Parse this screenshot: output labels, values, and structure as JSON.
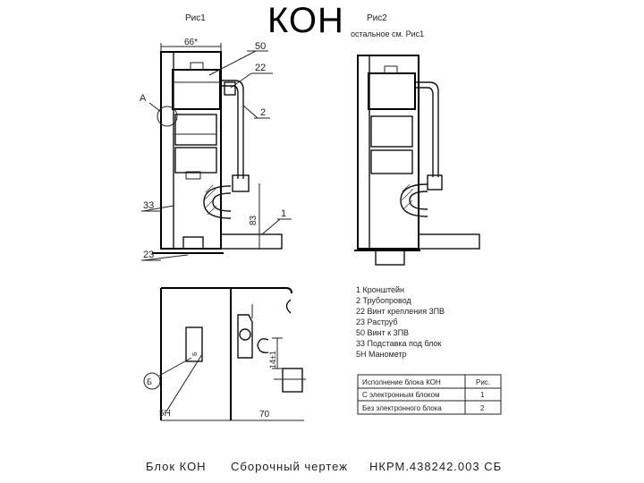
{
  "slide": {
    "title": "КОН"
  },
  "figure1": {
    "caption": "Рис1",
    "dim_width": "66*",
    "dim_height": "83",
    "callouts": [
      "50",
      "22",
      "2",
      "1",
      "33",
      "23"
    ],
    "detail_label": "A"
  },
  "figure2": {
    "caption": "Рис2",
    "subcaption": "остальное см. Рис1"
  },
  "figure3": {
    "callouts": [
      "Б",
      "5Н"
    ],
    "dim_bottom": "70",
    "dim_side": "14±1",
    "plate_text": "Б"
  },
  "legend": {
    "items": [
      "1  Кронштейн",
      "2  Трубопровод",
      "22  Винт крепления 3ПВ",
      "23  Раструб",
      "50  Винт к 3ПВ",
      "33  Подставка под блок",
      "5Н  Манометр"
    ]
  },
  "variants_table": {
    "header": [
      "Исполнение блока КОН",
      "Рис."
    ],
    "rows": [
      [
        "С электронным блоком",
        "1"
      ],
      [
        "Без электронного блока",
        "2"
      ]
    ]
  },
  "footer": {
    "left": "Блок КОН",
    "middle": "Сборочный чертеж",
    "right": "НКРМ.438242.003 СБ"
  }
}
